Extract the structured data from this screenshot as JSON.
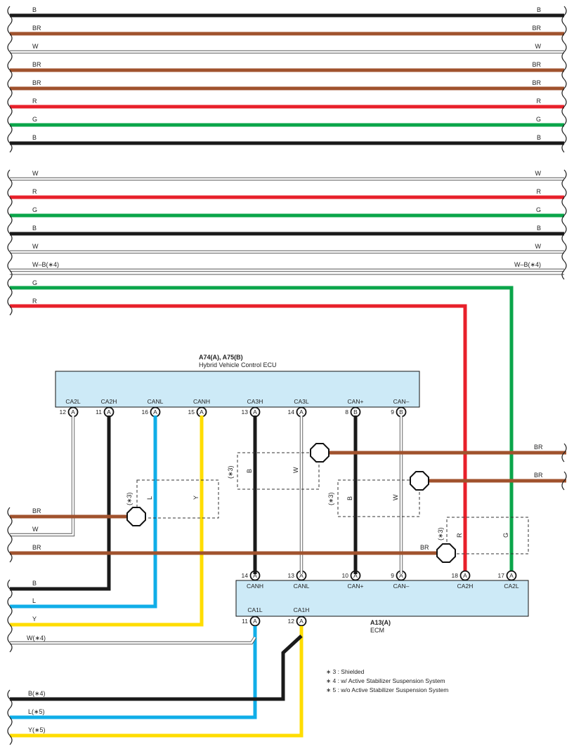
{
  "colors": {
    "B": "#1a1a1a",
    "BR": "#a0522d",
    "W": "#ffffff",
    "R": "#e8202a",
    "G": "#0aa54a",
    "L": "#10aee8",
    "Y": "#ffdd00",
    "ecu_fill": "#cdeaf7"
  },
  "top_bus_a": [
    {
      "left": "B",
      "right": "B",
      "color": "B"
    },
    {
      "left": "BR",
      "right": "BR",
      "color": "BR"
    },
    {
      "left": "W",
      "right": "W",
      "color": "W"
    },
    {
      "left": "BR",
      "right": "BR",
      "color": "BR"
    },
    {
      "left": "BR",
      "right": "BR",
      "color": "BR"
    },
    {
      "left": "R",
      "right": "R",
      "color": "R"
    },
    {
      "left": "G",
      "right": "G",
      "color": "G"
    },
    {
      "left": "B",
      "right": "B",
      "color": "B"
    }
  ],
  "top_bus_b": [
    {
      "left": "W",
      "right": "W",
      "color": "W"
    },
    {
      "left": "R",
      "right": "R",
      "color": "R"
    },
    {
      "left": "G",
      "right": "G",
      "color": "G"
    },
    {
      "left": "B",
      "right": "B",
      "color": "B"
    },
    {
      "left": "W",
      "right": "W",
      "color": "W"
    },
    {
      "left": "W–B(∗4)",
      "right": "W–B(∗4)",
      "color": "W"
    },
    {
      "left": "G",
      "right": "",
      "color": "G"
    },
    {
      "left": "R",
      "right": "",
      "color": "R"
    }
  ],
  "hv_ecu": {
    "title": "A74(A), A75(B)",
    "subtitle": "Hybrid Vehicle Control ECU",
    "pins": [
      {
        "name": "CA2L",
        "num": "12",
        "conn": "A"
      },
      {
        "name": "CA2H",
        "num": "11",
        "conn": "A"
      },
      {
        "name": "CANL",
        "num": "16",
        "conn": "A"
      },
      {
        "name": "CANH",
        "num": "15",
        "conn": "A"
      },
      {
        "name": "CA3H",
        "num": "13",
        "conn": "A"
      },
      {
        "name": "CA3L",
        "num": "14",
        "conn": "A"
      },
      {
        "name": "CAN+",
        "num": "8",
        "conn": "B"
      },
      {
        "name": "CAN–",
        "num": "9",
        "conn": "B"
      }
    ]
  },
  "ecm": {
    "title": "A13(A)",
    "subtitle": "ECM",
    "top_pins": [
      {
        "name": "CANH",
        "num": "14",
        "conn": "A"
      },
      {
        "name": "CANL",
        "num": "13",
        "conn": "A"
      },
      {
        "name": "CAN+",
        "num": "10",
        "conn": "A"
      },
      {
        "name": "CAN–",
        "num": "9",
        "conn": "A"
      },
      {
        "name": "CA2H",
        "num": "18",
        "conn": "A"
      },
      {
        "name": "CA2L",
        "num": "17",
        "conn": "A"
      }
    ],
    "bottom_pins": [
      {
        "name": "CA1L",
        "num": "11",
        "conn": "A"
      },
      {
        "name": "CA1H",
        "num": "12",
        "conn": "A"
      }
    ]
  },
  "wire_labels": {
    "shield1": {
      "b": "B",
      "w": "W",
      "tag": "(∗3)"
    },
    "shield2": {
      "l": "L",
      "y": "Y",
      "tag": "(∗3)"
    },
    "shield3": {
      "b": "B",
      "w": "W",
      "tag": "(∗3)"
    },
    "shield4": {
      "r": "R",
      "g": "G",
      "tag": "(∗3)"
    },
    "right_br1": "BR",
    "right_br2": "BR",
    "left_br1": "BR",
    "left_w": "W",
    "left_br2": "BR",
    "mid_br": "BR",
    "left_b": "B",
    "left_l": "L",
    "left_y": "Y",
    "left_w4": "W(∗4)",
    "bot_b4": "B(∗4)",
    "bot_l5": "L(∗5)",
    "bot_y5": "Y(∗5)"
  },
  "notes": [
    "∗ 3 : Shielded",
    "∗ 4 : w/ Active Stabilizer Suspension System",
    "∗ 5 : w/o Active Stabilizer Suspension System"
  ]
}
